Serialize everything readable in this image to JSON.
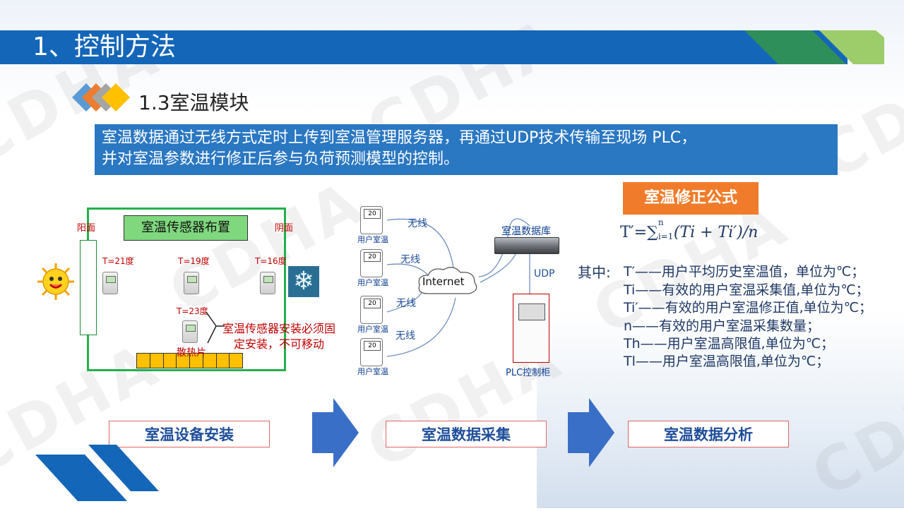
{
  "header": {
    "title": "1、控制方法"
  },
  "section": {
    "subtitle": "1.3室温模块"
  },
  "intro": {
    "line1": "室温数据通过无线方式定时上传到室温管理服务器，再通过UDP技术传输至现场 PLC，",
    "line2": "并对室温参数进行修正后参与负荷预测模型的控制。"
  },
  "watermark": "CDHA",
  "room": {
    "title": "室温传感器布置",
    "sunny_side": "阳面",
    "shady_side": "阴面",
    "sensors": [
      {
        "label": "T=21度"
      },
      {
        "label": "T=19度"
      },
      {
        "label": "T=16度"
      },
      {
        "label": "T=23度"
      }
    ],
    "radiator": "散热片",
    "note_line1": "室温传感器安装必须固",
    "note_line2": "定安装，不可移动"
  },
  "network": {
    "thermostat_display": "20",
    "user_label": "用户室温",
    "wireless": "无线",
    "internet": "Internet",
    "database": "室温数据库",
    "udp": "UDP",
    "plc_cabinet": "PLC控制柜"
  },
  "formula": {
    "box_title": "室温修正公式",
    "equation": "T′=∑",
    "sup": "n",
    "sub": "i=1",
    "tail": "(Ti + Ti′)/n",
    "prefix": "其中:",
    "definitions": [
      "T′——用户平均历史室温值，单位为℃；",
      "Ti——有效的用户室温采集值,单位为℃；",
      "Ti′——有效的用户室温修正值,单位为℃；",
      "n——有效的用户室温采集数量；",
      "Th——用户室温高限值,单位为℃；",
      "Tl——用户室温高限值,单位为℃；"
    ]
  },
  "steps": [
    "室温设备安装",
    "室温数据采集",
    "室温数据分析"
  ],
  "colors": {
    "header_blue": "#1466b8",
    "intro_blue": "#2a77c2",
    "orange": "#f07c2b",
    "green_room": "#22b14c",
    "arrow_blue": "#3a6fc7"
  }
}
